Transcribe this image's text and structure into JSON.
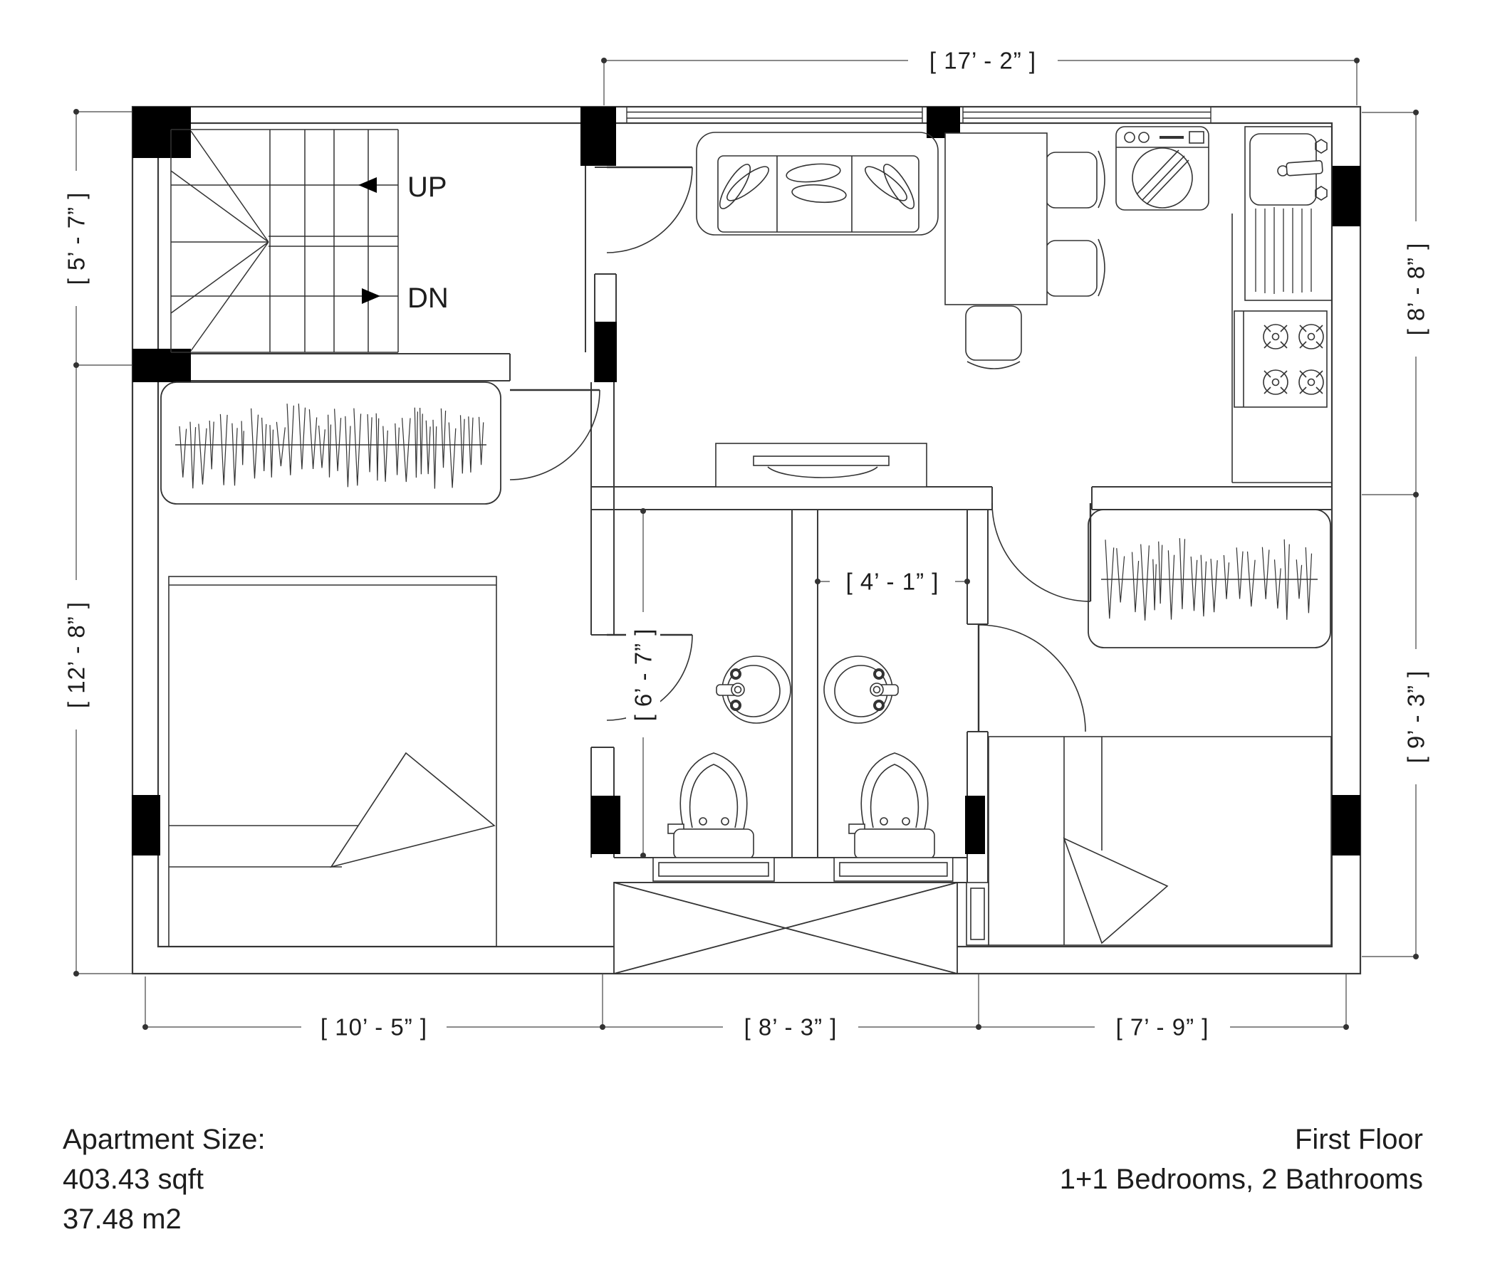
{
  "title": "Apartment first floor plan",
  "dimensions": {
    "top": "[ 17’ - 2” ]",
    "left_upper": "[ 5’ - 7” ]",
    "left_lower": "[ 12’ - 8” ]",
    "right_upper": "[ 8’ - 8” ]",
    "right_lower": "[ 9’ - 3” ]",
    "bottom_left": "[ 10’ - 5” ]",
    "bottom_middle": "[ 8’ - 3” ]",
    "bottom_right": "[ 7’ - 9” ]",
    "bathroom2_width": "[ 4’ - 1” ]",
    "bathroom1_depth": "[ 6’ - 7” ]"
  },
  "stairs": {
    "up_label": "UP",
    "down_label": "DN"
  },
  "footer": {
    "left": {
      "line1": "Apartment Size:",
      "line2": "403.43 sqft",
      "line3": "37.48 m2"
    },
    "right": {
      "line1": "First Floor",
      "line2": "1+1 Bedrooms, 2 Bathrooms"
    }
  },
  "icons": [
    "up-arrow-icon",
    "down-arrow-icon"
  ],
  "colors": {
    "line": "#333333",
    "solid": "#000000",
    "background": "#ffffff"
  }
}
